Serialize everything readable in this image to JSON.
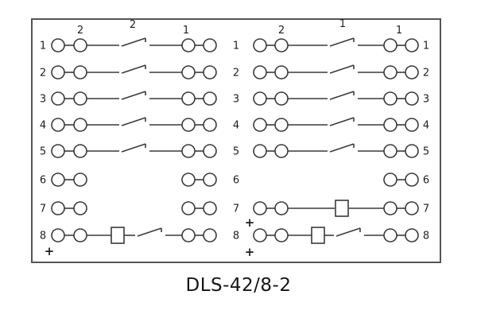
{
  "title": "DLS-42/8-2",
  "colors": {
    "line": "#3a3a3a",
    "text": "#1f1f1f",
    "border": "#555555",
    "background": "#ffffff"
  },
  "top_labels": {
    "left_half": [
      "2",
      "2",
      "1"
    ],
    "right_half": [
      "2",
      "1",
      "1"
    ]
  },
  "plus_marks": [
    "+",
    "+",
    "+"
  ],
  "rows": [
    {
      "left_label": "1",
      "mid_label": "1",
      "right_label": "1",
      "left_type": "contact",
      "right_type": "contact"
    },
    {
      "left_label": "2",
      "mid_label": "2",
      "right_label": "2",
      "left_type": "contact",
      "right_type": "contact"
    },
    {
      "left_label": "3",
      "mid_label": "3",
      "right_label": "3",
      "left_type": "contact",
      "right_type": "contact"
    },
    {
      "left_label": "4",
      "mid_label": "4",
      "right_label": "4",
      "left_type": "contact",
      "right_type": "contact"
    },
    {
      "left_label": "5",
      "mid_label": "5",
      "right_label": "5",
      "left_type": "contact",
      "right_type": "contact"
    },
    {
      "left_label": "6",
      "mid_label": "6",
      "right_label": "6",
      "left_type": "isolated-pairs",
      "right_type": "right-pair-only"
    },
    {
      "left_label": "7",
      "mid_label": "7",
      "right_label": "7",
      "left_type": "isolated-pairs",
      "right_type": "resistor-link"
    },
    {
      "left_label": "8",
      "mid_label": "8",
      "right_label": "8",
      "left_type": "resistor-contact",
      "right_type": "resistor-contact"
    }
  ]
}
